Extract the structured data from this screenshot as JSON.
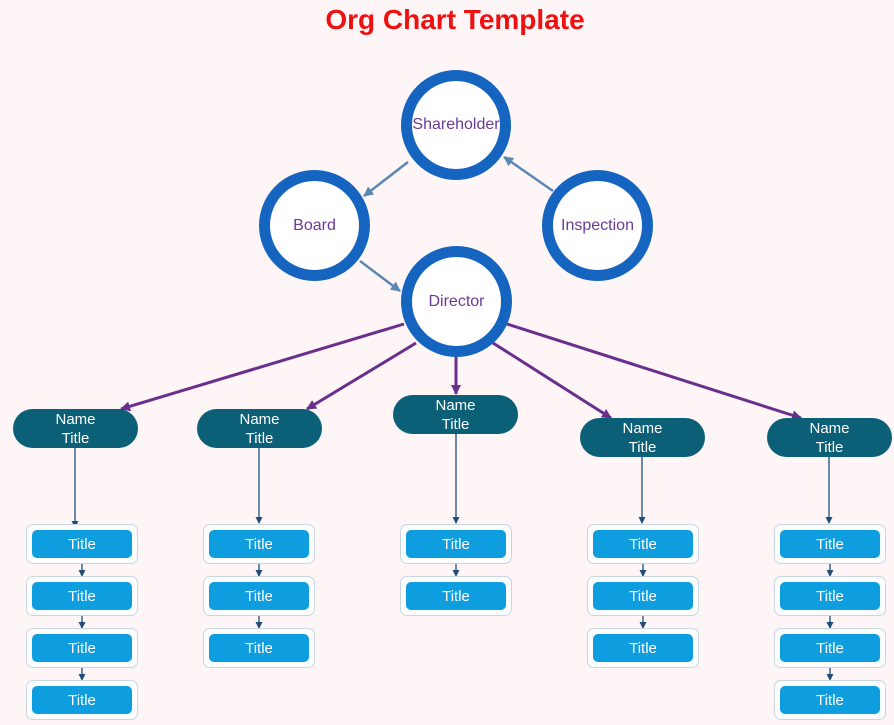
{
  "title": "Org Chart Template",
  "colors": {
    "title": "#ee1111",
    "circle_border": "#1565c0",
    "circle_text": "#6a3a96",
    "name_box": "#0b5f77",
    "title_box": "#0e9ee0",
    "arrow_purple": "#6a2e8c",
    "arrow_blue": "#5b87b5",
    "connector": "#1f4e79"
  },
  "nodes": {
    "shareholder": "Shareholder",
    "board": "Board",
    "inspection": "Inspection",
    "director": "Director"
  },
  "columns": [
    {
      "name": "Name",
      "role": "Title",
      "titles": [
        "Title",
        "Title",
        "Title",
        "Title"
      ]
    },
    {
      "name": "Name",
      "role": "Title",
      "titles": [
        "Title",
        "Title",
        "Title"
      ]
    },
    {
      "name": "Name",
      "role": "Title",
      "titles": [
        "Title",
        "Title"
      ]
    },
    {
      "name": "Name",
      "role": "Title",
      "titles": [
        "Title",
        "Title",
        "Title"
      ]
    },
    {
      "name": "Name",
      "role": "Title",
      "titles": [
        "Title",
        "Title",
        "Title",
        "Title"
      ]
    }
  ]
}
